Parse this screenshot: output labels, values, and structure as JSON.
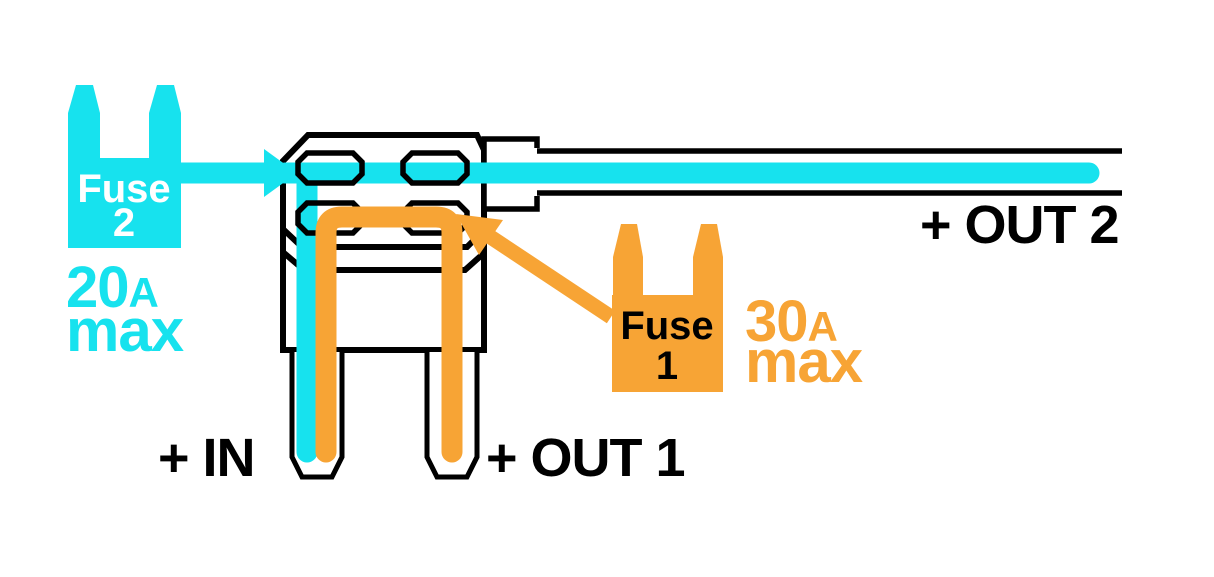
{
  "fuse2": {
    "label": "Fuse",
    "number": "2",
    "amps": "20",
    "unit": "A",
    "max": "max"
  },
  "fuse1": {
    "label": "Fuse",
    "number": "1",
    "amps": "30",
    "unit": "A",
    "max": "max"
  },
  "terminals": {
    "in": "+ IN",
    "out1": "+ OUT 1",
    "out2": "+ OUT 2"
  },
  "colors": {
    "circuit2_cyan": "#17E2EE",
    "circuit1_orange": "#F7A435",
    "outline_black": "#000000",
    "background": "#FFFFFF",
    "fuse2_label_text": "#FFFFFF",
    "fuse1_label_text": "#000000"
  }
}
